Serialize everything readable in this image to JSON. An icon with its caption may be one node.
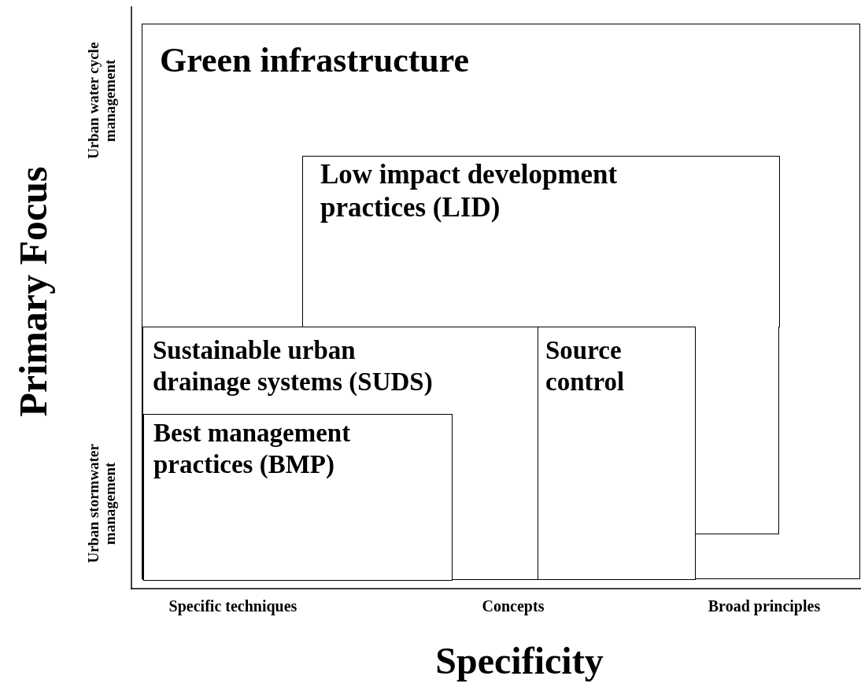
{
  "diagram": {
    "nodes": [
      {
        "text": [
          "Green infrastructure"
        ]
      },
      {
        "text": [
          "Low impact development practices (LID)"
        ],
        "in": 0
      },
      {
        "text": [
          "Sustainable urban drainage systems (SUDS)"
        ],
        "in": 0
      },
      {
        "text": [
          "Best management practices (BMP)"
        ],
        "in": 2
      },
      {
        "text": [
          "Source control"
        ],
        "in": 0
      }
    ],
    "edges": [],
    "labels": [
      "Primary Focus",
      "Urban water cycle management",
      "Urban stormwater management",
      "Specific techniques",
      "Concepts",
      "Broad principles",
      "Specificity"
    ]
  }
}
